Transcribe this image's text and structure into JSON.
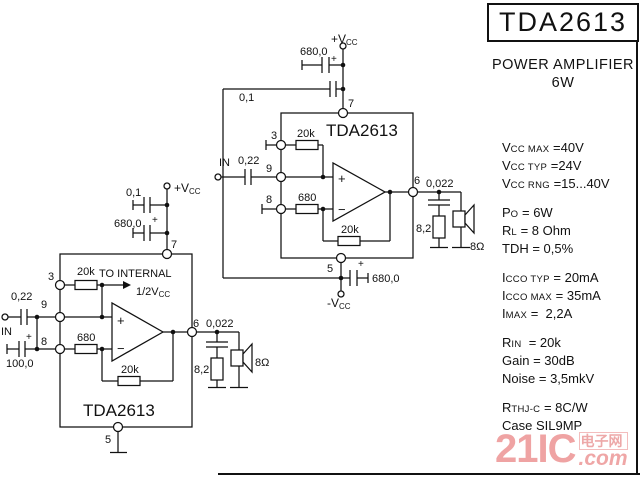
{
  "header": {
    "part": "TDA2613",
    "subtitle": "POWER AMPLIFIER",
    "power": "6W"
  },
  "specs": [
    {
      "sym": "V",
      "sub": "CC MAX",
      "val": " =40V"
    },
    {
      "sym": "V",
      "sub": "CC TYP",
      "val": " =24V"
    },
    {
      "sym": "V",
      "sub": "CC RNG",
      "val": " =15...40V"
    },
    {
      "sym": "P",
      "sub": "O",
      "val": " = 6W"
    },
    {
      "sym": "R",
      "sub": "L",
      "val": " = 8 Ohm"
    },
    {
      "sym": "TDH",
      "sub": "",
      "val": " = 0,5%"
    },
    {
      "sym": "I",
      "sub": "CCO TYP",
      "val": " = 20mA"
    },
    {
      "sym": "I",
      "sub": "CCO MAX",
      "val": " = 35mA"
    },
    {
      "sym": "I",
      "sub": "MAX",
      "val": " =  2,2A"
    },
    {
      "sym": "R",
      "sub": "IN",
      "val": "  = 20k"
    },
    {
      "sym": "Gain",
      "sub": "",
      "val": " = 30dB"
    },
    {
      "sym": "Noise",
      "sub": "",
      "val": " = 3,5mkV"
    },
    {
      "sym": "R",
      "sub": "THJ-C",
      "val": " = 8C/W"
    },
    {
      "sym": "Case",
      "sub": "",
      "val": " SIL9MP"
    }
  ],
  "watermark": {
    "big": "21IC",
    "cn": "电子网",
    "com": ".com"
  },
  "schematic": {
    "opamp": {
      "plus": "+",
      "minus": "−"
    },
    "polarity": "+",
    "amp_top": {
      "chip": "TDA2613",
      "pin3": "3",
      "pin9": "9",
      "pin8": "8",
      "pin7": "7",
      "pin5": "5",
      "pin6": "6",
      "r_bias": "20k",
      "r_gain": "680",
      "r_fb": "20k",
      "in_label": "IN",
      "c_in": "0,22",
      "c_sup_el": "680,0",
      "c_sup_film": "0,1",
      "vcc_main": "+V",
      "vcc_sub": "CC",
      "vee_main": "-V",
      "vee_sub": "CC",
      "c_dec": "680,0",
      "c_zobel": "0,022",
      "r_zobel": "8,2",
      "load": "8Ω"
    },
    "amp_bottom": {
      "chip": "TDA2613",
      "pin3": "3",
      "pin9": "9",
      "pin8": "8",
      "pin7": "7",
      "pin5": "5",
      "pin6": "6",
      "r_bias": "20k",
      "r_gain": "680",
      "r_fb": "20k",
      "in_label": "IN",
      "c_in": "0,22",
      "c_in_gnd": "100,0",
      "c_sup_film": "0,1",
      "c_sup_el": "680,0",
      "vcc_main": "+V",
      "vcc_sub": "CC",
      "note1": "TO INTERNAL",
      "note2_main": "1/2V",
      "note2_sub": "CC",
      "c_zobel": "0,022",
      "r_zobel": "8,2",
      "load": "8Ω"
    }
  }
}
